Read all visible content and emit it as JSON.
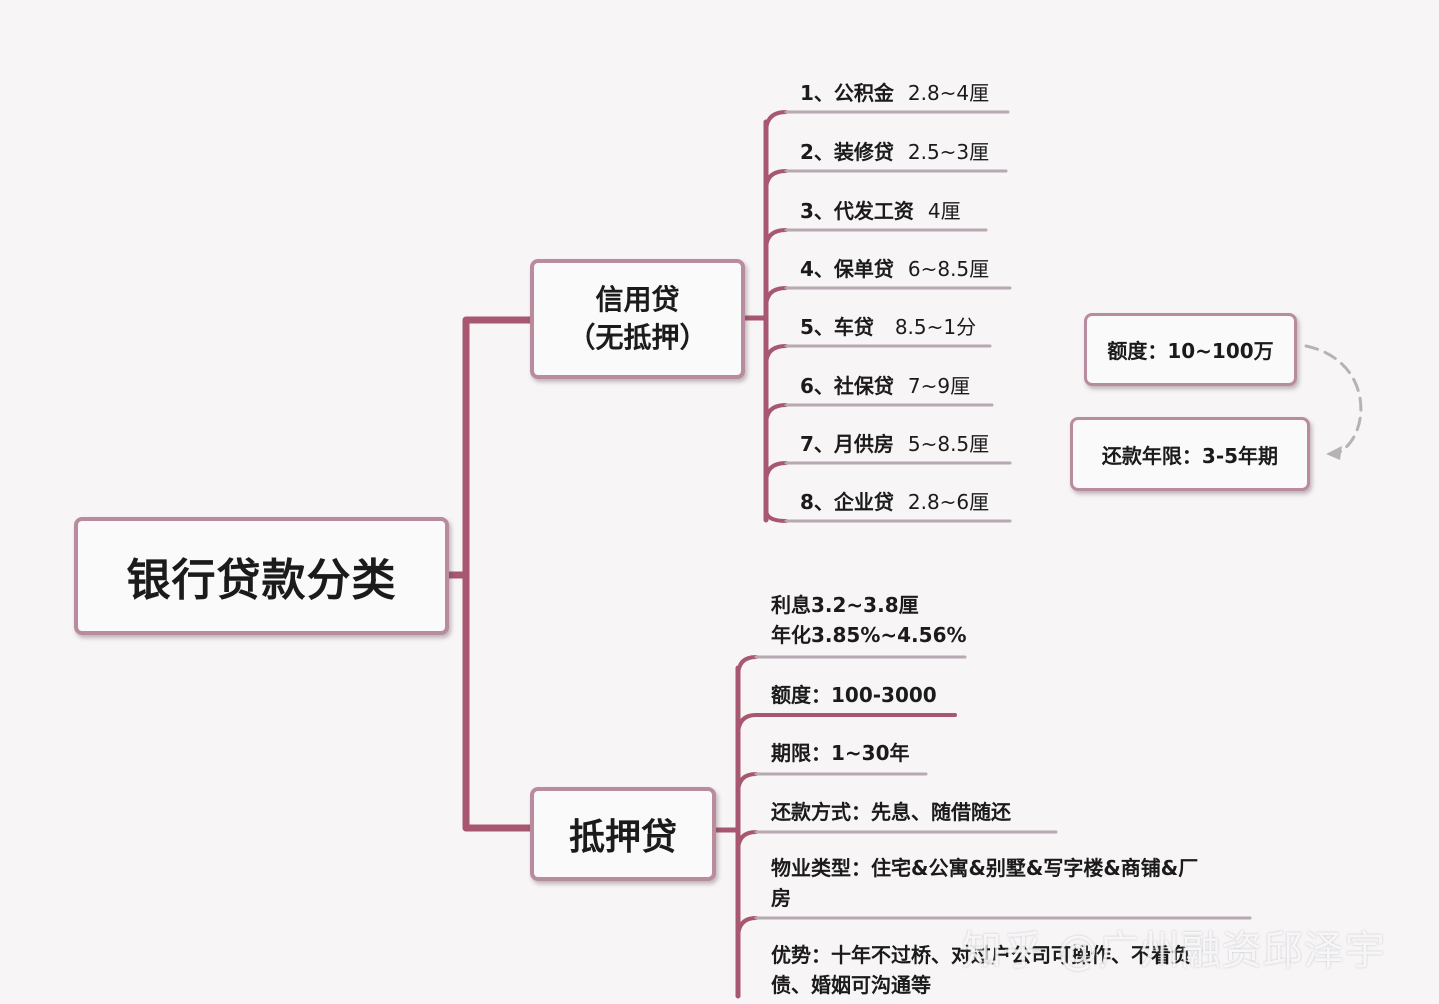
{
  "root": {
    "title": "银行贷款分类"
  },
  "credit_loan": {
    "title": "信用贷",
    "subtitle": "（无抵押）",
    "items": [
      {
        "name": "1、公积金",
        "rate": "2.8~4厘"
      },
      {
        "name": "2、装修贷",
        "rate": "2.5~3厘"
      },
      {
        "name": "3、代发工资",
        "rate": "4厘"
      },
      {
        "name": "4、保单贷",
        "rate": "6~8.5厘"
      },
      {
        "name": "5、车贷",
        "rate": "8.5~1分"
      },
      {
        "name": "6、社保贷",
        "rate": "7~9厘"
      },
      {
        "name": "7、月供房",
        "rate": "5~8.5厘"
      },
      {
        "name": "8、企业贷",
        "rate": "2.8~6厘"
      }
    ],
    "amount": "额度：10~100万",
    "term": "还款年限：3-5年期"
  },
  "mortgage_loan": {
    "title": "抵押贷",
    "interest": {
      "line1": "利息3.2~3.8厘",
      "line2": "年化3.85%~4.56%"
    },
    "amount": "额度：100-3000",
    "term": "期限：1~30年",
    "repayment": "还款方式：先息、随借随还",
    "property": {
      "line1": "物业类型：住宅&公寓&别墅&写字楼&商铺&厂",
      "line2": "房"
    },
    "advantage": {
      "line1": "优势：十年不过桥、对过户公司可操作、不看负",
      "line2": "债、婚姻可沟通等"
    }
  },
  "watermark": "知乎 @广州融资邱泽宇",
  "colors": {
    "connector": "#a7576f",
    "underline": "#b7a8b3",
    "node_border": "#b98b9f",
    "dashed_arrow": "#b4b4b4"
  }
}
